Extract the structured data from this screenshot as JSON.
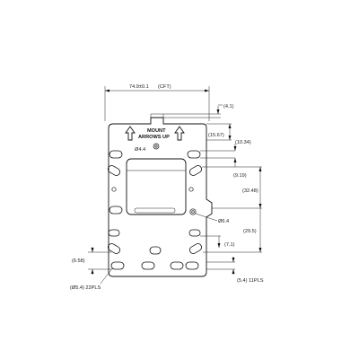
{
  "dimensions": {
    "overall_width": "74.9±0.1",
    "ref_tag": "(CFT)",
    "tab_height": "(4.1)",
    "top_offset": "(15.67)",
    "upper_slot": "(10.34)",
    "slot_pitch_small": "(9.19)",
    "slot_span": "(32.48)",
    "lower_span": "(29.5)",
    "bottom_slot": "(7.1)",
    "left_bottom": "(6.58)",
    "slot_size_note": "(5.4) 11PLS",
    "hole_note": "(Ø5.4) 22PLS",
    "hole_small": "Ø4.4",
    "hole_side": "Ø6.4"
  },
  "labels": {
    "mount_line1": "MOUNT",
    "mount_line2": "ARROWS UP"
  }
}
